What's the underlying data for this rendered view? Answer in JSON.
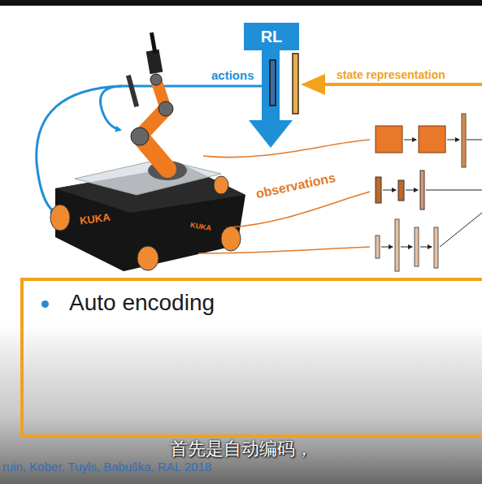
{
  "diagram": {
    "nodes": [
      {
        "text": [
          "RL"
        ]
      },
      {
        "text": [
          "Auto encoding"
        ]
      }
    ],
    "labels": [
      "actions",
      "state representation",
      "observations",
      "KUKA",
      "KUKA",
      "首先是自动编码，",
      "ruin, Kober, Tuyls, Babuška, RAL 2018"
    ]
  }
}
